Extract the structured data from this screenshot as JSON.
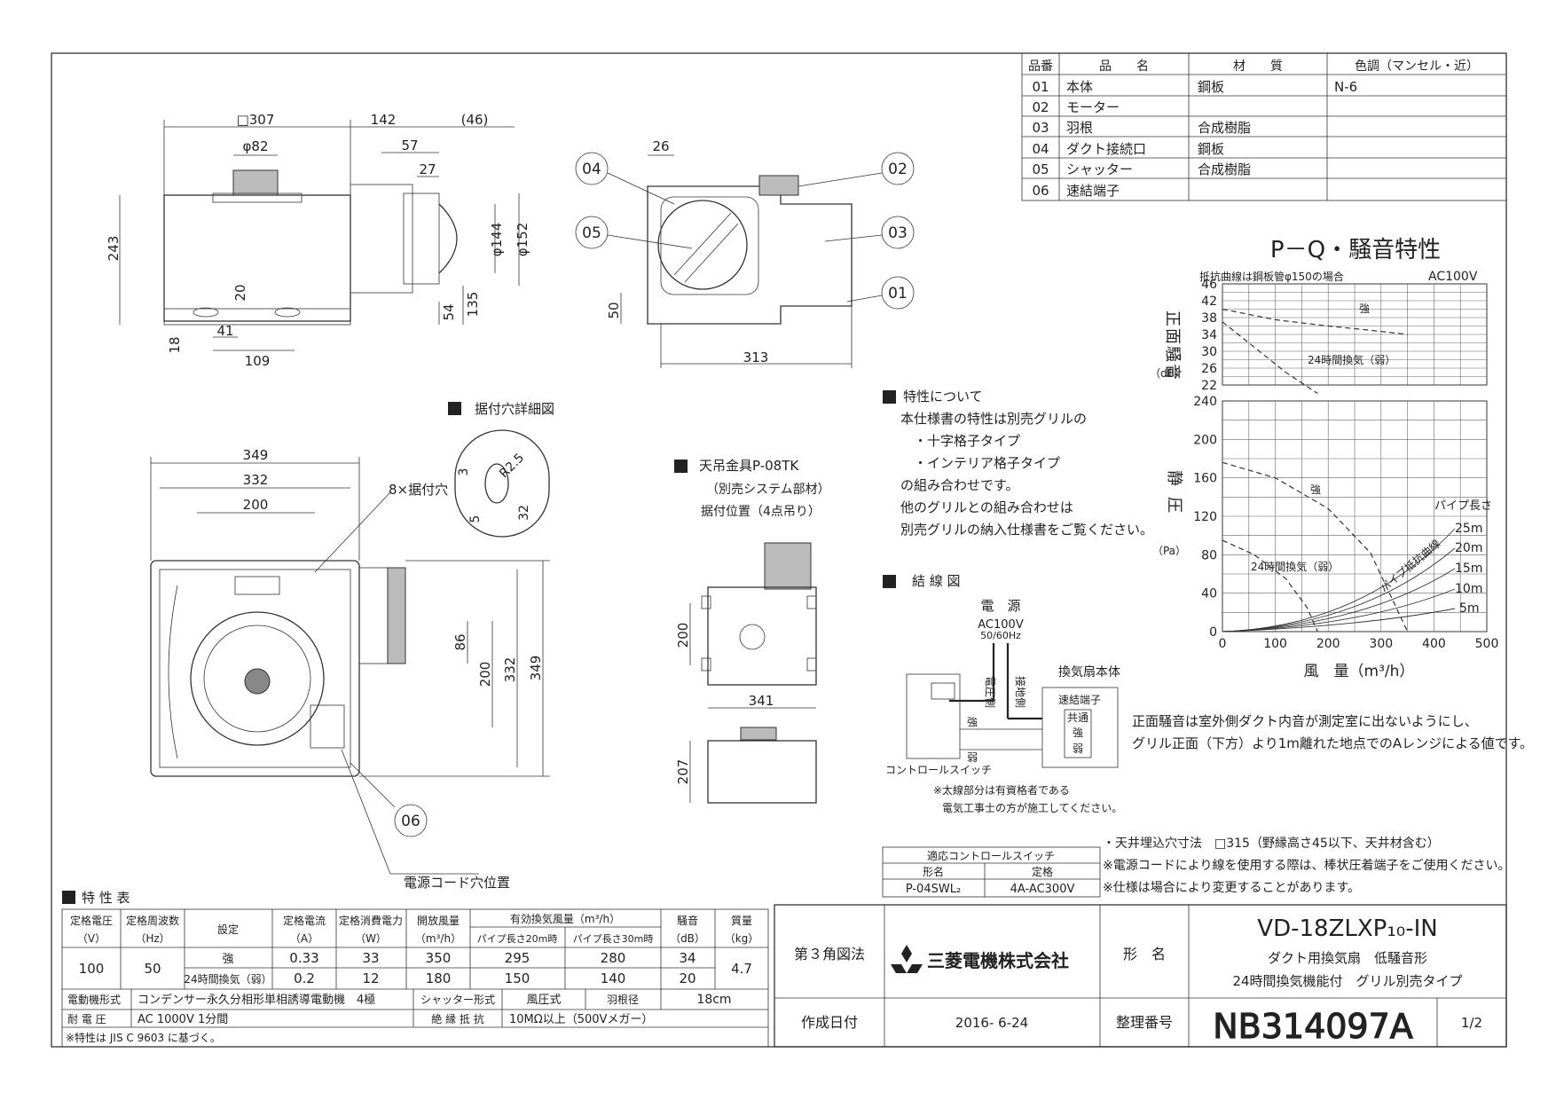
{
  "parts_table": {
    "headers": [
      "品番",
      "品　　名",
      "材　　質",
      "色調（マンセル・近）"
    ],
    "rows": [
      [
        "01",
        "本体",
        "鋼板",
        "N-6"
      ],
      [
        "02",
        "モーター",
        "",
        ""
      ],
      [
        "03",
        "羽根",
        "合成樹脂",
        ""
      ],
      [
        "04",
        "ダクト接続口",
        "鋼板",
        ""
      ],
      [
        "05",
        "シャッター",
        "合成樹脂",
        ""
      ],
      [
        "06",
        "速結端子",
        "",
        ""
      ]
    ]
  },
  "pq_chart": {
    "title": "P－Q・騒音特性",
    "note_top": "抵抗曲線は鋼板管φ150の場合",
    "voltage": "AC100V",
    "noise_label": "正面騒音",
    "noise_unit": "（dB）",
    "pressure_label": "静圧",
    "pressure_unit": "（Pa）",
    "xlabel": "風　量（m³/h）",
    "noise_ticks": [
      "46",
      "42",
      "38",
      "34",
      "30",
      "26",
      "22"
    ],
    "pressure_ticks": [
      "240",
      "200",
      "160",
      "120",
      "80",
      "40",
      "0"
    ],
    "x_ticks": [
      "0",
      "100",
      "200",
      "300",
      "400",
      "500"
    ],
    "label_strong": "強",
    "label_weak": "24時間換気（弱）",
    "label_strong_p": "強",
    "label_weak_p": "24時間換気（弱）",
    "resistance_label": "パイプ抵抗曲線",
    "pipe_length_label": "パイプ長さ",
    "pipe_lengths": [
      "25m",
      "20m",
      "15m",
      "10m",
      "5m"
    ]
  },
  "chart_data": {
    "type": "line",
    "title": "P－Q・騒音特性",
    "xlabel": "風　量（m³/h）",
    "xlim": [
      0,
      500
    ],
    "panels": [
      {
        "ylabel": "正面騒音（dB）",
        "ylim": [
          22,
          46
        ],
        "series": [
          {
            "name": "強",
            "x": [
              0,
              100,
              200,
              280,
              350
            ],
            "y": [
              40,
              37.5,
              36,
              35,
              34
            ]
          },
          {
            "name": "24時間換気（弱）",
            "x": [
              0,
              60,
              120,
              180
            ],
            "y": [
              37,
              31,
              25,
              20
            ]
          }
        ]
      },
      {
        "ylabel": "静圧（Pa）",
        "ylim": [
          0,
          240
        ],
        "series": [
          {
            "name": "強",
            "x": [
              0,
              100,
              200,
              280,
              350
            ],
            "y": [
              176,
              160,
              128,
              82,
              0
            ]
          },
          {
            "name": "24時間換気（弱）",
            "x": [
              0,
              60,
              120,
              160,
              180
            ],
            "y": [
              95,
              80,
              55,
              25,
              0
            ]
          }
        ]
      }
    ]
  },
  "notes_features": {
    "heading": "特性について",
    "lines": [
      "本仕様書の特性は別売グリルの",
      "・十字格子タイプ",
      "・インテリア格子タイプ",
      "の組み合わせです。",
      "他のグリルとの組み合わせは",
      "別売グリルの納入仕様書をご覧ください。"
    ]
  },
  "wiring": {
    "heading": "結 線 図",
    "power": "電　源",
    "voltage": "AC100V",
    "freq": "50/60Hz",
    "side_voltage": "電圧側",
    "side_ground": "接地側",
    "unit_label": "換気扇本体",
    "terminal": "速結端子",
    "common": "共通",
    "strong": "強",
    "weak": "弱",
    "switch": "コントロールスイッチ",
    "note1": "※太線部分は有資格者である",
    "note2": "電気工事士の方が施工してください。"
  },
  "noise_note": [
    "正面騒音は室外側ダクト内音が測定室に出ないようにし、",
    "グリル正面（下方）より1m離れた地点でのAレンジによる値です。"
  ],
  "mount_detail": {
    "heading": "据付穴詳細図",
    "dim1": "3",
    "dim2": "R2.5",
    "dim3": "5",
    "dim4": "32"
  },
  "hanger": {
    "heading": "天吊金具P-08TK",
    "line1": "（別売システム部材）",
    "line2": "据付位置（4点吊り）"
  },
  "dims_front": {
    "d307": "□307",
    "d142": "142",
    "d46": "(46)",
    "d82": "φ82",
    "d57": "57",
    "d27": "27",
    "d243": "243",
    "d144": "φ144",
    "d152": "φ152",
    "d135": "135",
    "d54": "54",
    "d20": "20",
    "d18": "18",
    "d41": "41",
    "d109": "109"
  },
  "dims_side": {
    "d26": "26",
    "d50": "50",
    "d313": "313",
    "p04": "04",
    "p05": "05",
    "p02": "02",
    "p03": "03",
    "p01": "01"
  },
  "dims_bottom": {
    "d349t": "349",
    "d332t": "332",
    "d200t": "200",
    "holes": "8×据付穴",
    "d86": "86",
    "d200r": "200",
    "d332r": "332",
    "d349r": "349",
    "p06": "06",
    "cord": "電源コード穴位置"
  },
  "dims_hanger": {
    "d200": "200",
    "d341": "341",
    "d207": "207"
  },
  "specs_notes": [
    "・天井埋込穴寸法　□315（野縁高さ45以下、天井材含む）",
    "※電源コードにより線を使用する際は、棒状圧着端子をご使用ください。",
    "※仕様は場合により変更することがあります。"
  ],
  "control_switch": {
    "title": "適応コントロールスイッチ",
    "h1": "形名",
    "h2": "定格",
    "model": "P-04SWL₂",
    "rating": "4A-AC300V"
  },
  "spec_table": {
    "heading": "特 性 表",
    "h_voltage": "定格電圧",
    "u_voltage": "（V）",
    "h_freq": "定格周波数",
    "u_freq": "（Hz）",
    "h_setting": "設定",
    "h_current": "定格電流",
    "u_current": "（A）",
    "h_power": "定格消費電力",
    "u_power": "（W）",
    "h_open": "開放風量",
    "u_open": "（m³/h）",
    "h_eff": "有効換気風量（m³/h）",
    "h_p20": "パイプ長さ20m時",
    "h_p30": "パイプ長さ30m時",
    "h_noise": "騒音",
    "u_noise": "（dB）",
    "h_mass": "質量",
    "u_mass": "（kg）",
    "voltage": "100",
    "freq": "50",
    "mass": "4.7",
    "rows": [
      {
        "setting": "強",
        "current": "0.33",
        "power": "33",
        "open": "350",
        "p20": "295",
        "p30": "280",
        "noise": "34"
      },
      {
        "setting": "24時間換気（弱）",
        "current": "0.2",
        "power": "12",
        "open": "180",
        "p20": "150",
        "p30": "140",
        "noise": "20"
      }
    ],
    "motor_label": "電動機形式",
    "motor_value": "コンデンサー永久分相形単相誘導電動機　4極",
    "shutter_label": "シャッター形式",
    "shutter_value": "風圧式",
    "blade_label": "羽根径",
    "blade_value": "18cm",
    "withstand_label": "耐 電 圧",
    "withstand_value": "AC 1000V 1分間",
    "insulation_label": "絶 縁 抵 抗",
    "insulation_value": "10MΩ以上（500Vメガー）",
    "footnote": "※特性は JIS C 9603 に基づく。"
  },
  "title_block": {
    "projection": "第３角図法",
    "company": "三菱電機株式会社",
    "model_label": "形　名",
    "model": "VD-18ZLXP₁₀-IN",
    "desc1": "ダクト用換気扇　低騒音形",
    "desc2": "24時間換気機能付　グリル別売タイプ",
    "date_label": "作成日付",
    "date": "2016- 6-24",
    "doc_label": "整理番号",
    "doc": "NB314097A",
    "page": "1/2"
  }
}
